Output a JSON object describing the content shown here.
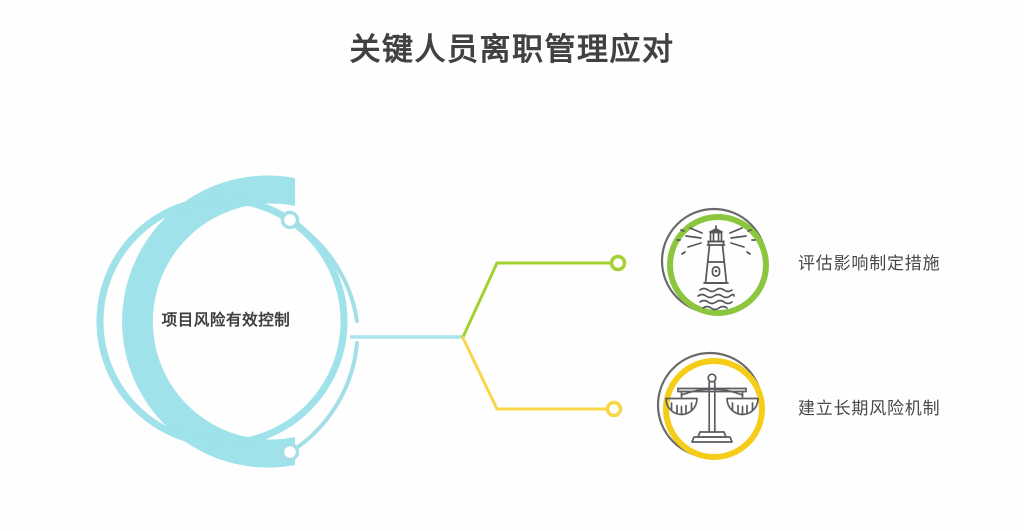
{
  "page": {
    "title": "关键人员离职管理应对",
    "background_color": "#fefefe",
    "title_color": "#414141"
  },
  "hub": {
    "label": "项目风险有效控制",
    "ring_color": "#9fe2e9",
    "thick_arc_color": "#9fe2e9",
    "label_color": "#3f3f3f"
  },
  "branches": [
    {
      "id": "branch-assess",
      "label": "评估影响制定措施",
      "icon": "lighthouse-icon",
      "accent_color": "#8cc63e",
      "ring_color": "#5d5d5d",
      "connector_color": "#a4d233"
    },
    {
      "id": "branch-mechanism",
      "label": "建立长期风险机制",
      "icon": "balance-scales-icon",
      "accent_color": "#f5cd19",
      "ring_color": "#5d5d5d",
      "connector_color": "#f7d748"
    }
  ],
  "connectors": {
    "trunk_color": "#a8e4ea",
    "node_marker": "hollow-dot"
  }
}
